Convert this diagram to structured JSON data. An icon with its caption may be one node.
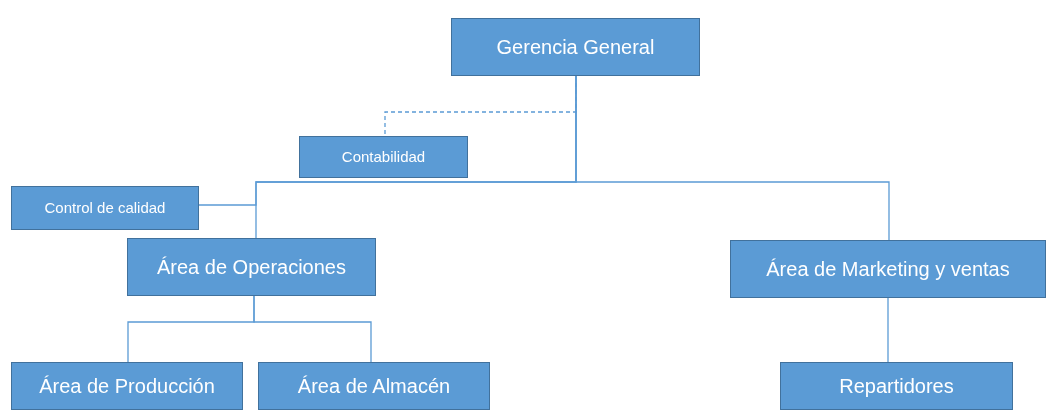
{
  "diagram": {
    "nodes": [
      {
        "text": [
          "Gerencia General"
        ]
      },
      {
        "text": [
          "Contabilidad"
        ]
      },
      {
        "text": [
          "Control de calidad"
        ]
      },
      {
        "text": [
          "Área de Operaciones"
        ]
      },
      {
        "text": [
          "Área de Marketing y ventas"
        ]
      },
      {
        "text": [
          "Área de Producción"
        ]
      },
      {
        "text": [
          "Área de Almacén"
        ]
      },
      {
        "text": [
          "Repartidores"
        ]
      }
    ],
    "edges": [
      {
        "from": 0,
        "to": 1,
        "arrow": "none",
        "style": "dashed"
      },
      {
        "from": 0,
        "to": 3,
        "arrow": "none"
      },
      {
        "from": 0,
        "to": 4,
        "arrow": "none"
      },
      {
        "from": 0,
        "to": 2,
        "arrow": "none"
      },
      {
        "from": 3,
        "to": 5,
        "arrow": "none"
      },
      {
        "from": 3,
        "to": 6,
        "arrow": "none"
      },
      {
        "from": 4,
        "to": 7,
        "arrow": "none"
      }
    ]
  }
}
